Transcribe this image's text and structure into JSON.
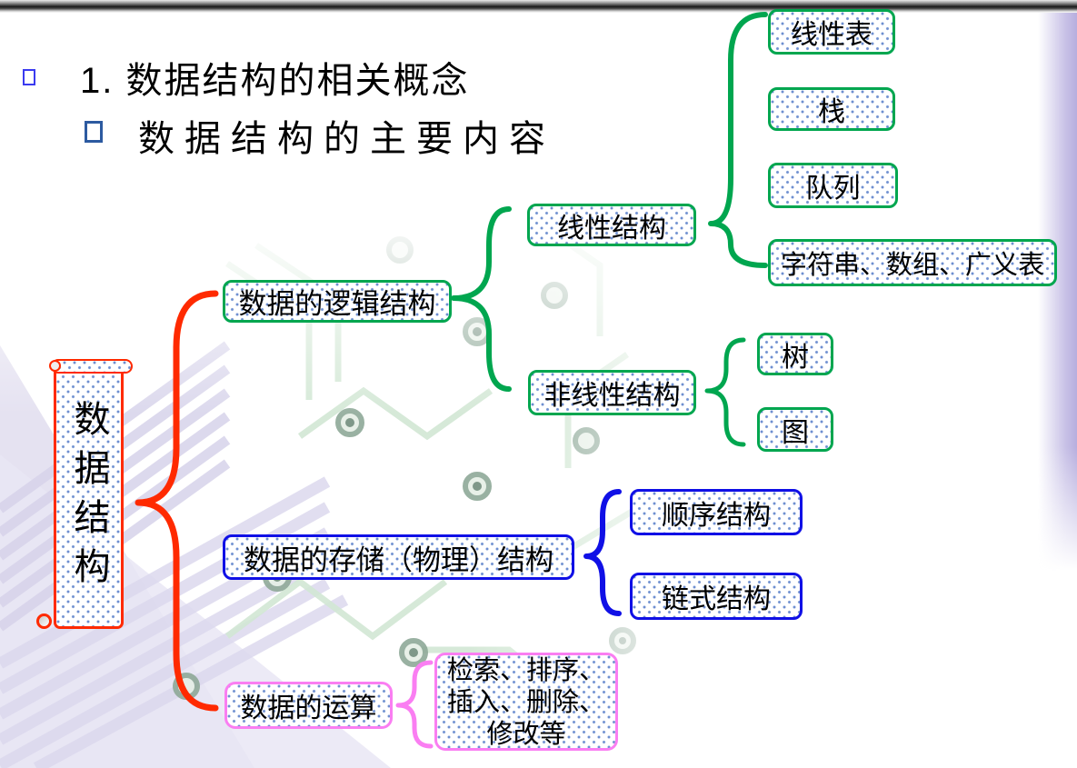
{
  "slide": {
    "title": "1. 数据结构的相关概念",
    "subtitle": "数据结构的主要内容"
  },
  "diagram": {
    "root": {
      "label": "数据结构"
    },
    "logical": {
      "label": "数据的逻辑结构",
      "linear": {
        "label": "线性结构",
        "children": [
          {
            "label": "线性表"
          },
          {
            "label": "栈"
          },
          {
            "label": "队列"
          },
          {
            "label": "字符串、数组、广义表"
          }
        ]
      },
      "nonlinear": {
        "label": "非线性结构",
        "children": [
          {
            "label": "树"
          },
          {
            "label": "图"
          }
        ]
      }
    },
    "storage": {
      "label": "数据的存储（物理）结构",
      "children": [
        {
          "label": "顺序结构"
        },
        {
          "label": "链式结构"
        }
      ]
    },
    "operations": {
      "label": "数据的运算",
      "detail": "检索、排序、\n插入、删除、\n修改等"
    }
  },
  "colors": {
    "green": "#00A64F",
    "blue": "#1010E6",
    "pink": "#FA7EF2",
    "red": "#FF2A00",
    "dot": "#6E8FD0",
    "lavender": "#C7C0E6",
    "title-bullet": "#3A3AF0",
    "subtitle-bullet": "#2C5AA0"
  }
}
